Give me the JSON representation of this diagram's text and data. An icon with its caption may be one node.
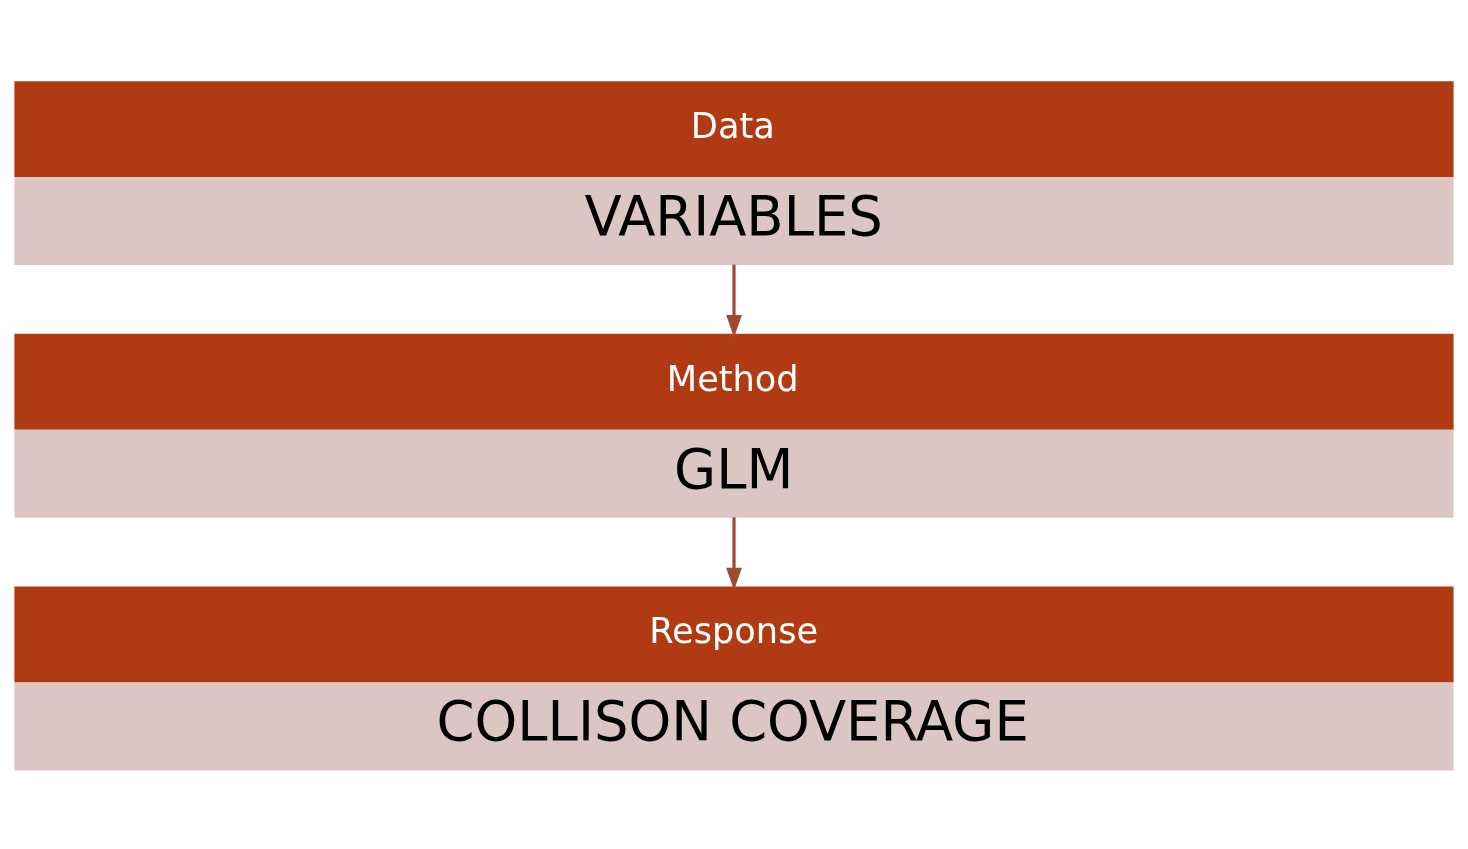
{
  "diagram": {
    "nodes": [
      {
        "text": [
          "Data",
          "VARIABLES"
        ]
      },
      {
        "text": [
          "Method",
          "GLM"
        ]
      },
      {
        "text": [
          "Response",
          "COLLISON COVERAGE"
        ]
      }
    ],
    "edges": [
      {
        "from": 0,
        "to": 1,
        "arrow": "to"
      },
      {
        "from": 1,
        "to": 2,
        "arrow": "to"
      }
    ]
  }
}
